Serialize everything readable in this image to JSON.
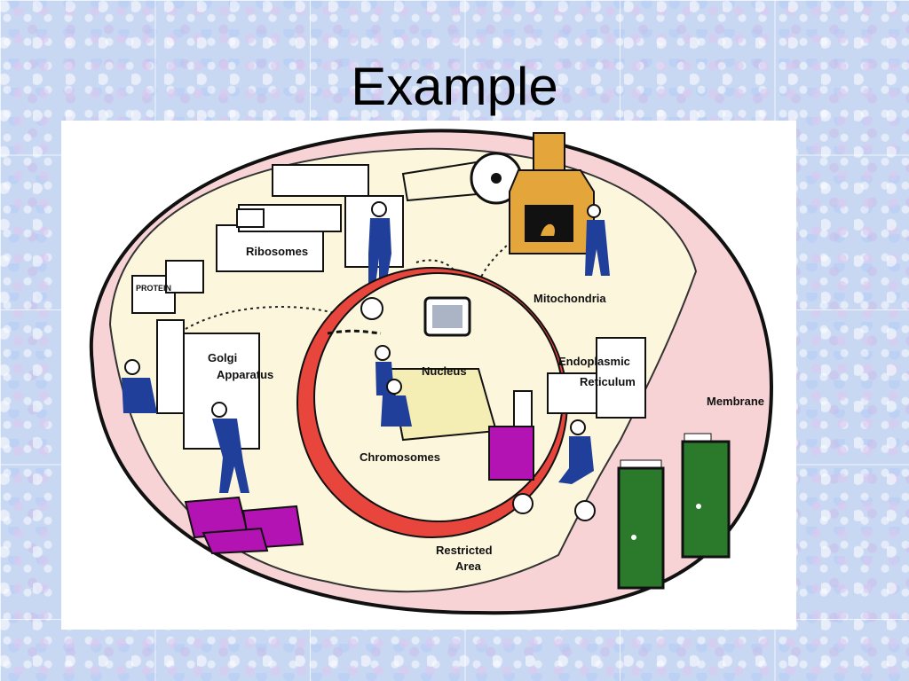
{
  "slide": {
    "title": "Example"
  },
  "diagram": {
    "labels": {
      "ribosomes": "Ribosomes",
      "mitochondria": "Mitochondria",
      "golgi_line1": "Golgi",
      "golgi_line2": "Apparatus",
      "nucleus": "Nucleus",
      "er_line1": "Endoplasmic",
      "er_line2": "Reticulum",
      "membrane": "Membrane",
      "chromosomes": "Chromosomes",
      "restricted_line1": "Restricted",
      "restricted_line2": "Area",
      "box_protein": "PROTEIN"
    },
    "colors": {
      "cytoplasm": "#fbf6dc",
      "membrane": "#f7d3d6",
      "nucleus_envelope": "#e8453c",
      "workers": "#1f3f9a",
      "packages": "#b413b3",
      "doors": "#2b7a2b",
      "furnace": "#e4a53a"
    }
  }
}
